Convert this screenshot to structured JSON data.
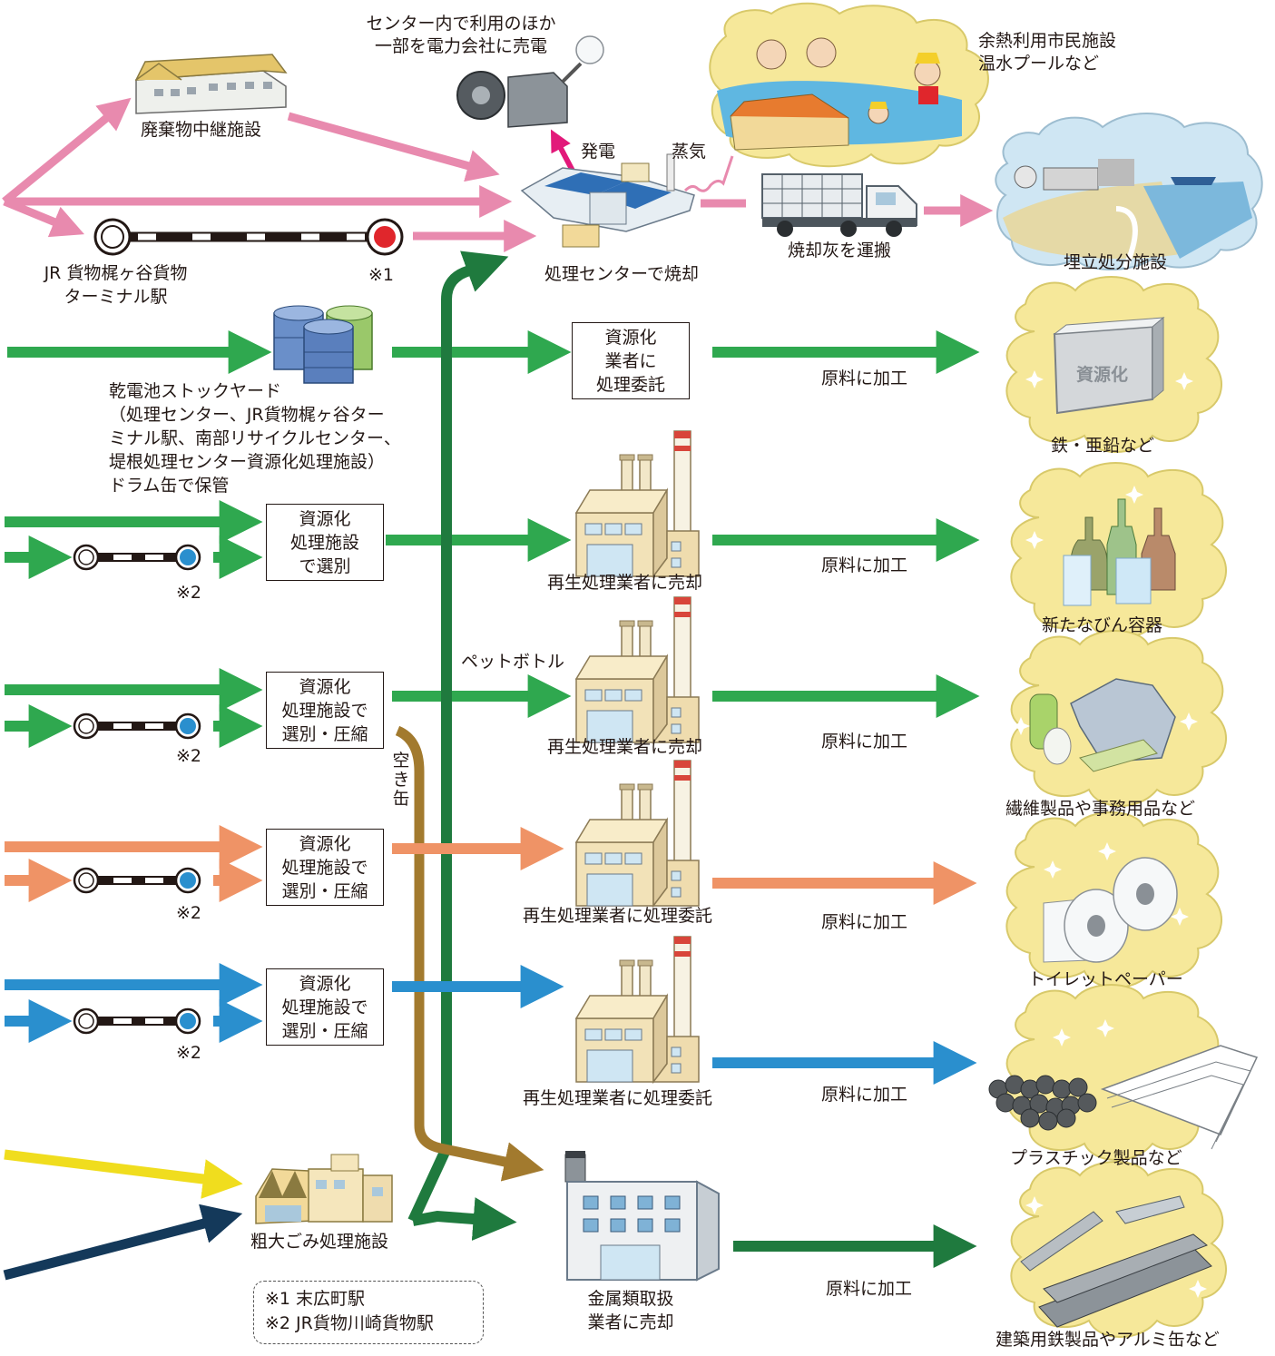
{
  "colors": {
    "pink": "#e88aae",
    "green": "#2fa84f",
    "darkgreen": "#1f7a3e",
    "orange": "#ef9366",
    "blue": "#2a8fce",
    "brown": "#a27a2e",
    "yellow": "#f0dd1e",
    "navy": "#14395a",
    "magenta": "#e2197a"
  },
  "top": {
    "relay_facility": "廃棄物中継施設",
    "jr_station": "JR 貨物梶ヶ谷貨物\nターミナル駅",
    "note1_mark": "※1",
    "power_note": "センター内で利用のほか\n一部を電力会社に売電",
    "power_label": "発電",
    "steam_label": "蒸気",
    "heat_note": "余熱利用市民施設\n温水プールなど",
    "center_label": "処理センターで焼却",
    "ash_label": "焼却灰を運搬",
    "landfill_label": "埋立処分施設"
  },
  "battery": {
    "stockyard": "乾電池ストックヤード\n（処理センター、JR貨物梶ヶ谷ター\nミナル駅、南部リサイクルセンター、\n堤根処理センター資源化処理施設）\nドラム缶で保管",
    "box": "資源化\n業者に\n処理委託",
    "process": "原料に加工",
    "product_mark": "資源化",
    "product": "鉄・亜鉛など"
  },
  "rows": [
    {
      "box": "資源化\n処理施設\nで選別",
      "note": "※2",
      "dest": "再生処理業者に売却",
      "process": "原料に加工",
      "product": "新たなびん容器"
    },
    {
      "box": "資源化\n処理施設で\n選別・圧縮",
      "note": "※2",
      "dest": "再生処理業者に売却",
      "process": "原料に加工",
      "product": "繊維製品や事務用品など"
    },
    {
      "box": "資源化\n処理施設で\n選別・圧縮",
      "note": "※2",
      "dest": "再生処理業者に処理委託",
      "process": "原料に加工",
      "product": "トイレットペーパー"
    },
    {
      "box": "資源化\n処理施設で\n選別・圧縮",
      "note": "※2",
      "dest": "再生処理業者に処理委託",
      "process": "原料に加工",
      "product": "プラスチック製品など"
    }
  ],
  "pet_label": "ペットボトル",
  "can_label": "空き缶",
  "bulky_label": "粗大ごみ処理施設",
  "metal": {
    "dest": "金属類取扱\n業者に売却",
    "process": "原料に加工",
    "product": "建築用鉄製品やアルミ缶など"
  },
  "notes": {
    "n1": "※1 末広町駅",
    "n2": "※2 JR貨物川崎貨物駅"
  }
}
